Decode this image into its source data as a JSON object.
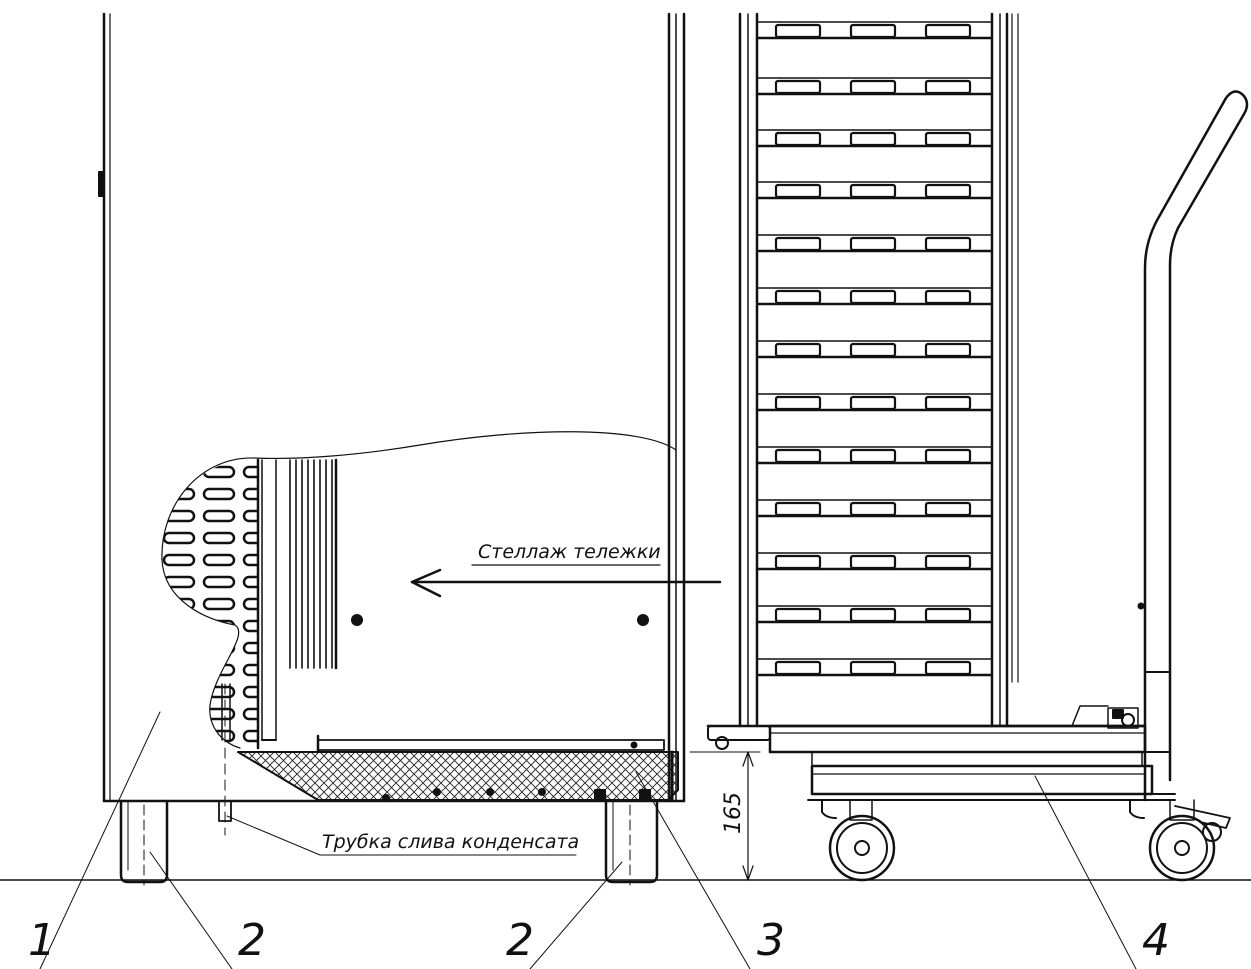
{
  "labels": {
    "rack_arrow": "Стеллаж тележки",
    "drain_pipe": "Трубка слива конденсата",
    "dimension": "165",
    "callout_1": "1",
    "callout_2a": "2",
    "callout_2b": "2",
    "callout_3": "3",
    "callout_4": "4"
  },
  "colors": {
    "line": "#111111",
    "background": "#ffffff"
  }
}
